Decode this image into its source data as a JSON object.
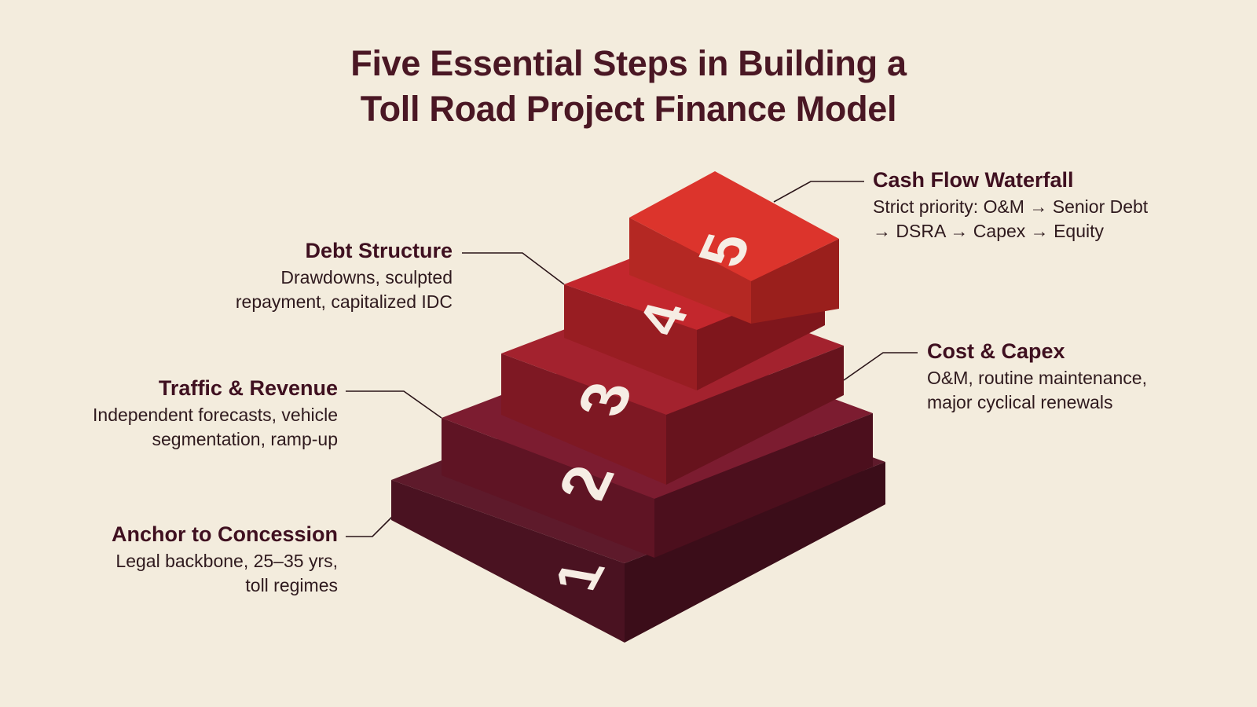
{
  "title": {
    "line1": "Five Essential Steps in Building a",
    "line2": "Toll Road Project Finance Model"
  },
  "steps": [
    {
      "number": "1",
      "heading": "Anchor to Concession",
      "line1": "Legal backbone, 25–35 yrs,",
      "line2": "toll regimes",
      "top": "#5e1a2b",
      "left": "#4a1221",
      "right": "#3b0d19"
    },
    {
      "number": "2",
      "heading": "Traffic & Revenue",
      "line1": "Independent forecasts, vehicle",
      "line2": "segmentation, ramp-up",
      "top": "#7c1c30",
      "left": "#5f1424",
      "right": "#4c0f1d"
    },
    {
      "number": "3",
      "heading": "Cost & Capex",
      "line1": "O&M, routine maintenance,",
      "line2": "major cyclical renewals",
      "top": "#a3222e",
      "left": "#7e1823",
      "right": "#67131d"
    },
    {
      "number": "4",
      "heading": "Debt Structure",
      "line1": "Drawdowns, sculpted",
      "line2": "repayment, capitalized IDC",
      "top": "#c3272d",
      "left": "#981d22",
      "right": "#7f161c"
    },
    {
      "number": "5",
      "heading": "Cash Flow Waterfall",
      "line1": "Strict priority: O&M → Senior Debt",
      "line2": "→ DSRA → Capex → Equity",
      "top": "#dc342c",
      "left": "#b42823",
      "right": "#9a1f1c"
    }
  ]
}
